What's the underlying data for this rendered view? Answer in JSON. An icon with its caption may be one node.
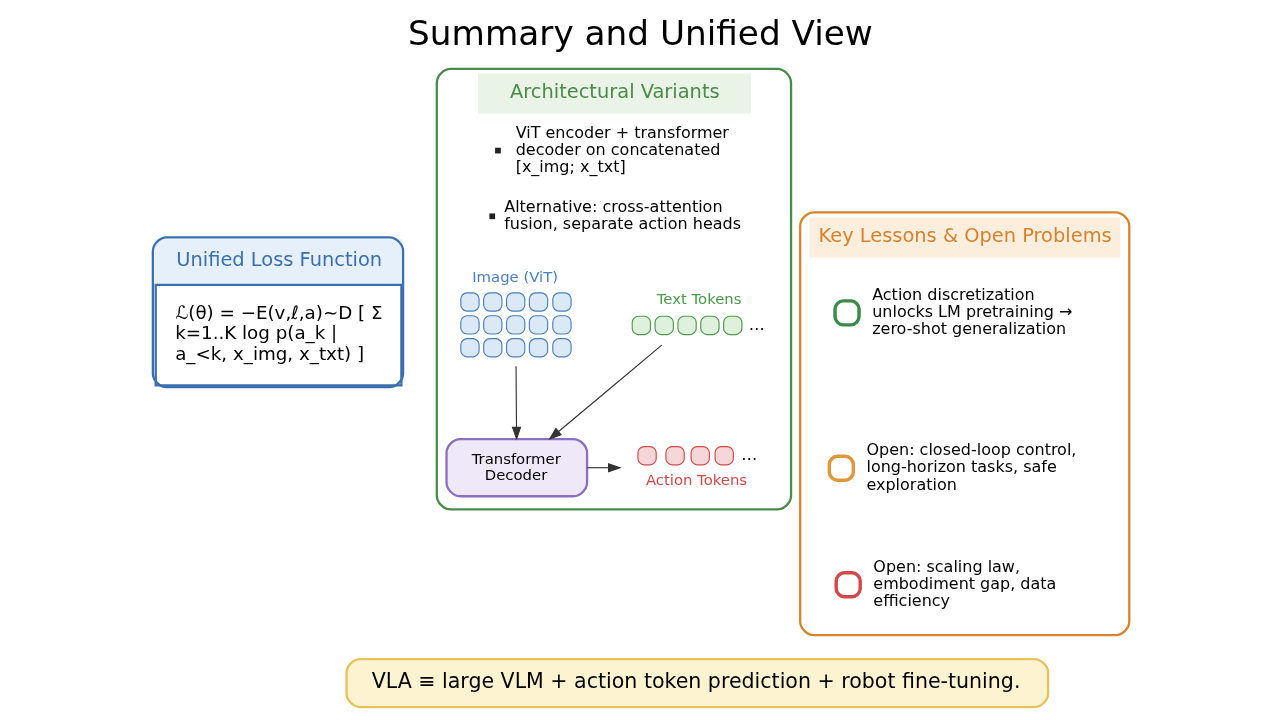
{
  "diagram": {
    "title": "Summary and Unified View",
    "nodes": [
      {
        "text": [
          "Unified Loss Function",
          "ℒ(θ) = −E(v,ℓ,a)∼D [ Σ k=1..K log p(a_k | a_<k, x_img, x_txt) ]"
        ]
      },
      {
        "text": [
          "Architectural Variants",
          "ViT encoder + transformer decoder on concatenated [x_img; x_txt]",
          "Alternative: cross-attention fusion, separate action heads"
        ]
      },
      {
        "text": [
          "Image (ViT)"
        ],
        "in": 1
      },
      {
        "text": [
          "Text Tokens"
        ],
        "in": 1,
        "beside": [
          "…"
        ]
      },
      {
        "text": [
          "Transformer Decoder"
        ],
        "in": 1
      },
      {
        "text": [
          "Action Tokens"
        ],
        "in": 1,
        "beside": [
          "…"
        ]
      },
      {
        "text": [
          "Key Lessons & Open Problems"
        ]
      },
      {
        "text": [
          "Action discretization unlocks LM pretraining → zero-shot generalization"
        ],
        "in": 6
      },
      {
        "text": [
          "Open: closed-loop control, long-horizon tasks, safe exploration"
        ],
        "in": 6
      },
      {
        "text": [
          "Open: scaling law, embodiment gap, data efficiency"
        ],
        "in": 6
      },
      {
        "text": [
          "VLA ≡ large VLM + action token prediction + robot fine-tuning."
        ]
      }
    ],
    "edges": [
      {
        "from": 2,
        "to": 4,
        "arrow": "to"
      },
      {
        "from": 3,
        "to": 4,
        "arrow": "to"
      },
      {
        "from": 4,
        "to": 5,
        "arrow": "to"
      }
    ]
  }
}
